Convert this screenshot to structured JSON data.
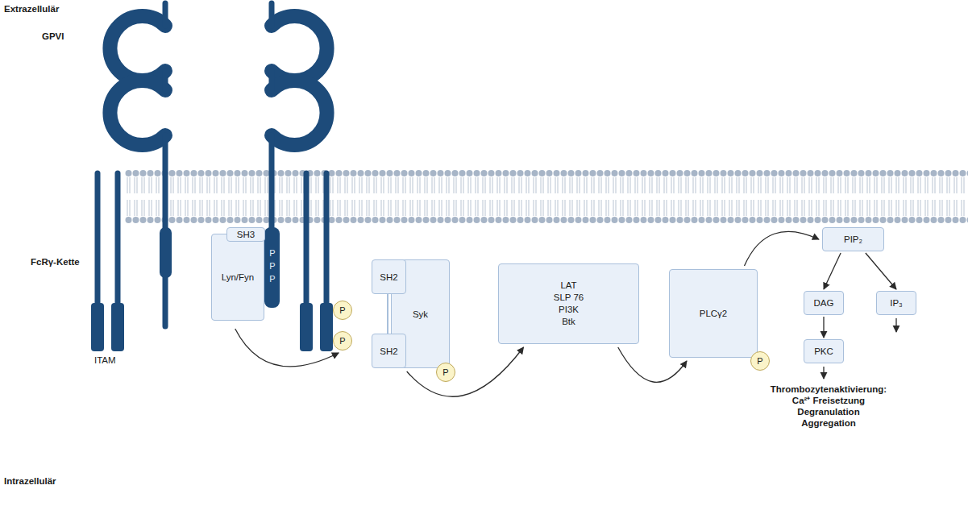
{
  "diagram": {
    "nodes": [
      {
        "text": [
          "Lyn/Fyn"
        ]
      },
      {
        "text": [
          "SH3"
        ],
        "in": 0
      },
      {
        "text": [
          "P"
        ]
      },
      {
        "text": [
          "P"
        ]
      },
      {
        "text": [
          "Syk"
        ]
      },
      {
        "text": [
          "SH2"
        ],
        "in": 4
      },
      {
        "text": [
          "SH2"
        ],
        "in": 4
      },
      {
        "text": [
          "P"
        ],
        "in": 4
      },
      {
        "text": [
          "LAT",
          "SLP 76",
          "PI3K",
          "Btk"
        ]
      },
      {
        "text": [
          "PLCγ2"
        ]
      },
      {
        "text": [
          "P"
        ],
        "in": 9
      },
      {
        "text": [
          "PIP₂"
        ]
      },
      {
        "text": [
          "DAG"
        ]
      },
      {
        "text": [
          "IP₃"
        ]
      },
      {
        "text": [
          "PKC"
        ]
      }
    ],
    "edges": [
      {
        "from": 0,
        "to": 3,
        "arrow": "to"
      },
      {
        "from": 4,
        "to": 8,
        "arrow": "to"
      },
      {
        "from": 8,
        "to": 9,
        "arrow": "to"
      },
      {
        "from": 9,
        "to": 11,
        "arrow": "to"
      },
      {
        "from": 11,
        "to": 12,
        "arrow": "to"
      },
      {
        "from": 11,
        "to": 13,
        "arrow": "to"
      },
      {
        "from": 12,
        "to": 14,
        "arrow": "to"
      }
    ],
    "labels": [
      "Extrazellulär",
      "GPVI",
      "FcRγ-Kette",
      "P",
      "P",
      "P",
      "ITAM",
      "Thrombozytenaktivierung:",
      "Ca²⁺ Freisetzung",
      "Degranulation",
      "Aggregation",
      "Intrazellulär"
    ]
  }
}
